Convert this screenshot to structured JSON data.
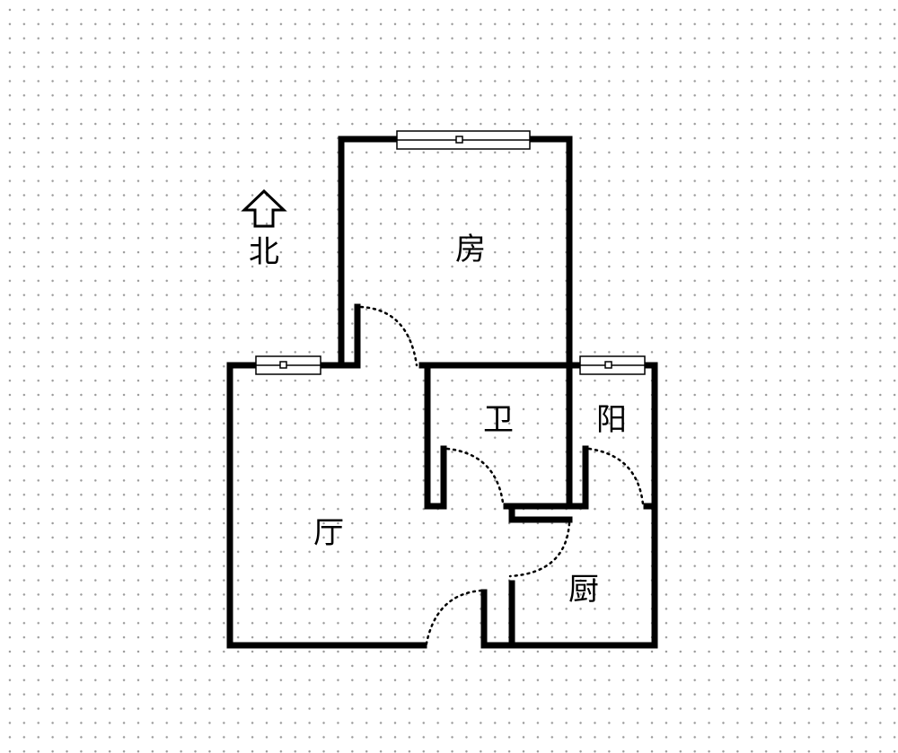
{
  "compass": {
    "label": "北",
    "icon": "north-arrow-icon"
  },
  "rooms": {
    "bedroom": "房",
    "bathroom": "卫",
    "balcony": "阳",
    "living_room": "厅",
    "kitchen": "厨"
  },
  "colors": {
    "wall": "#000000",
    "door_swing": "#000000",
    "window": "#000000",
    "grid_dot": "#9a9a9a"
  }
}
